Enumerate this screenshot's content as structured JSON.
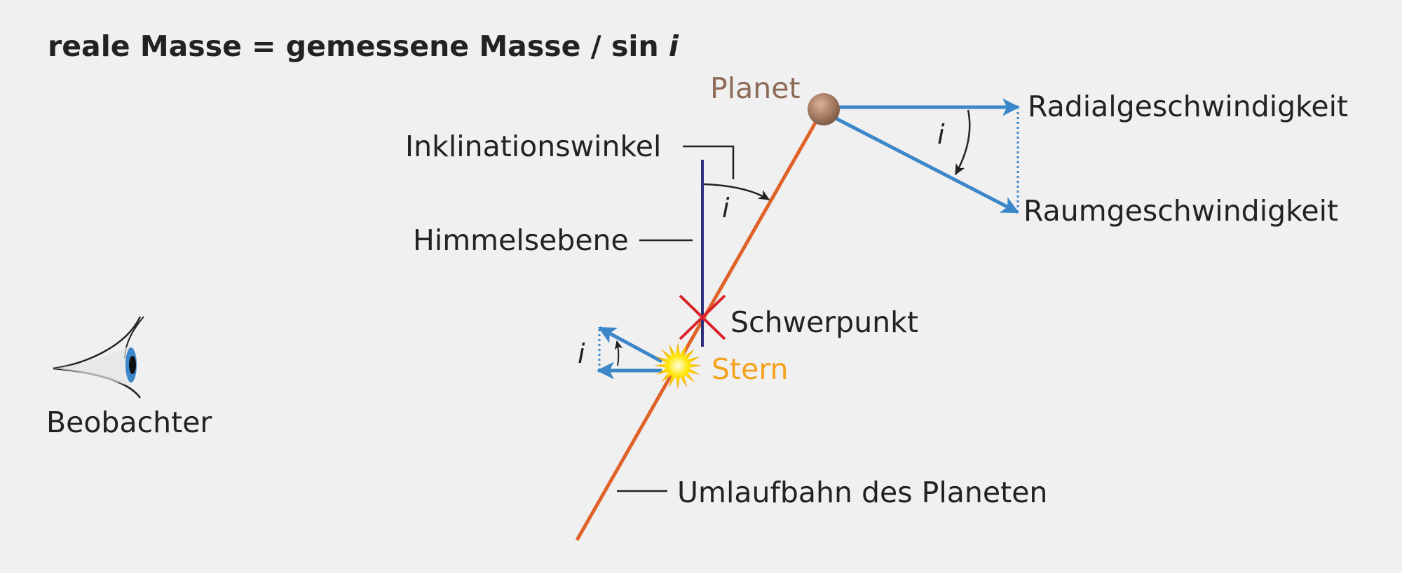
{
  "formula": {
    "text": "reale Masse = gemessene Masse / sin ",
    "var": "i"
  },
  "labels": {
    "planet": "Planet",
    "radial": "Radialgeschwindigkeit",
    "raum": "Raumgeschwindigkeit",
    "inklination": "Inklinationswinkel",
    "himmelsebene": "Himmelsebene",
    "schwerpunkt": "Schwerpunkt",
    "stern": "Stern",
    "beobachter": "Beobachter",
    "umlaufbahn": "Umlaufbahn des Planeten",
    "angle_symbol": "i"
  },
  "colors": {
    "background": "#f0f0f0",
    "text": "#222222",
    "orbit": "#e0622a",
    "sky_plane": "#2e2f7a",
    "velocity": "#3b87c9",
    "barycenter": "#d8232a",
    "star_label": "#f4a21c",
    "planet_label": "#8e6b58",
    "planet_body": "#a67c63"
  },
  "icons": {
    "observer": "eye-icon",
    "star": "star-burst-icon",
    "barycenter": "cross-icon",
    "planet": "planet-sphere"
  }
}
